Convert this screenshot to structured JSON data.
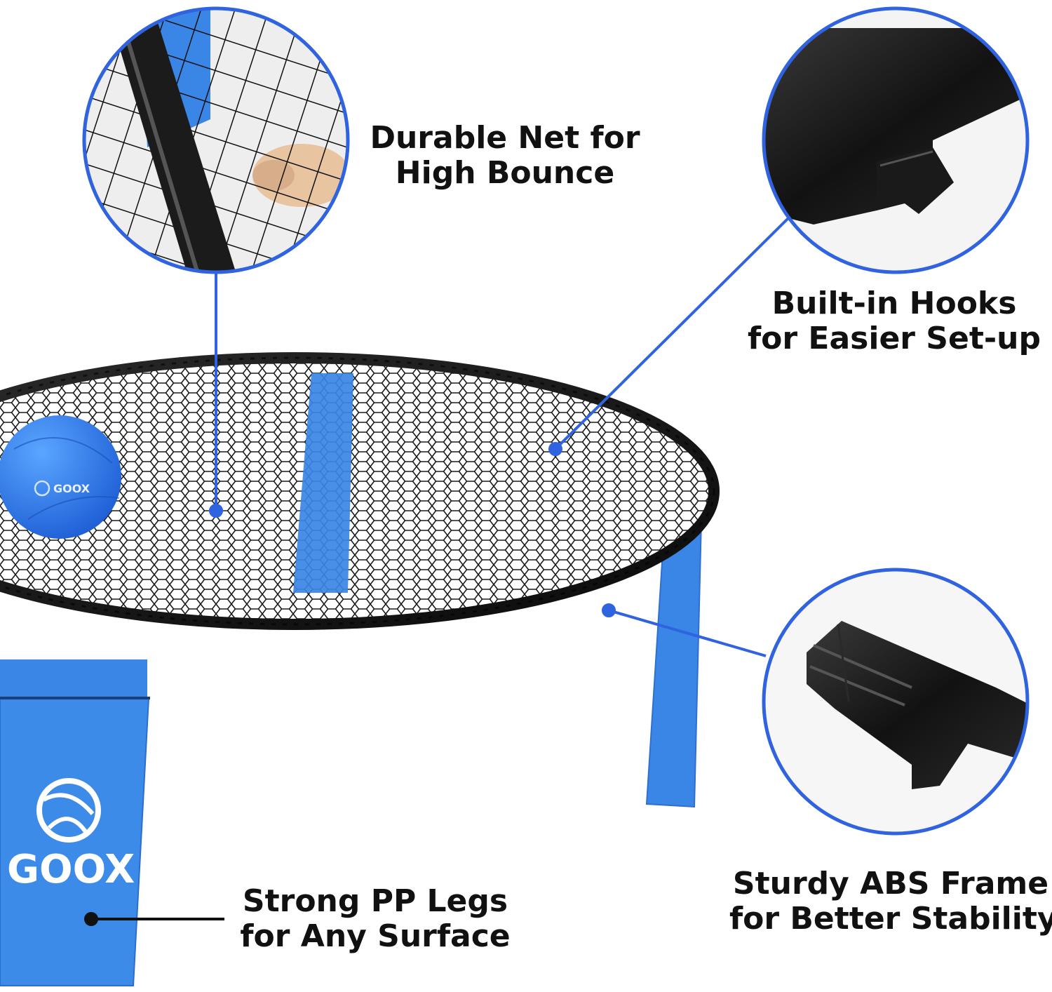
{
  "features": {
    "net": {
      "line1": "Durable Net for",
      "line2": "High Bounce"
    },
    "hooks": {
      "line1": "Built-in Hooks",
      "line2": "for Easier Set-up"
    },
    "legs": {
      "line1": "Strong PP Legs",
      "line2": "for Any Surface"
    },
    "frame": {
      "line1": "Sturdy ABS Frame",
      "line2": "for Better Stability"
    }
  },
  "brand": {
    "leg_logo": "GOOX",
    "ball_logo": "GOOX"
  },
  "colors": {
    "accent_blue": "#2f63e0",
    "leg_blue": "#3a86e6",
    "frame_black": "#141414",
    "text": "#111111"
  },
  "icons": [
    "goox-logo-icon",
    "net-closeup-image",
    "hook-closeup-image",
    "frame-joint-closeup-image",
    "ball-image"
  ]
}
